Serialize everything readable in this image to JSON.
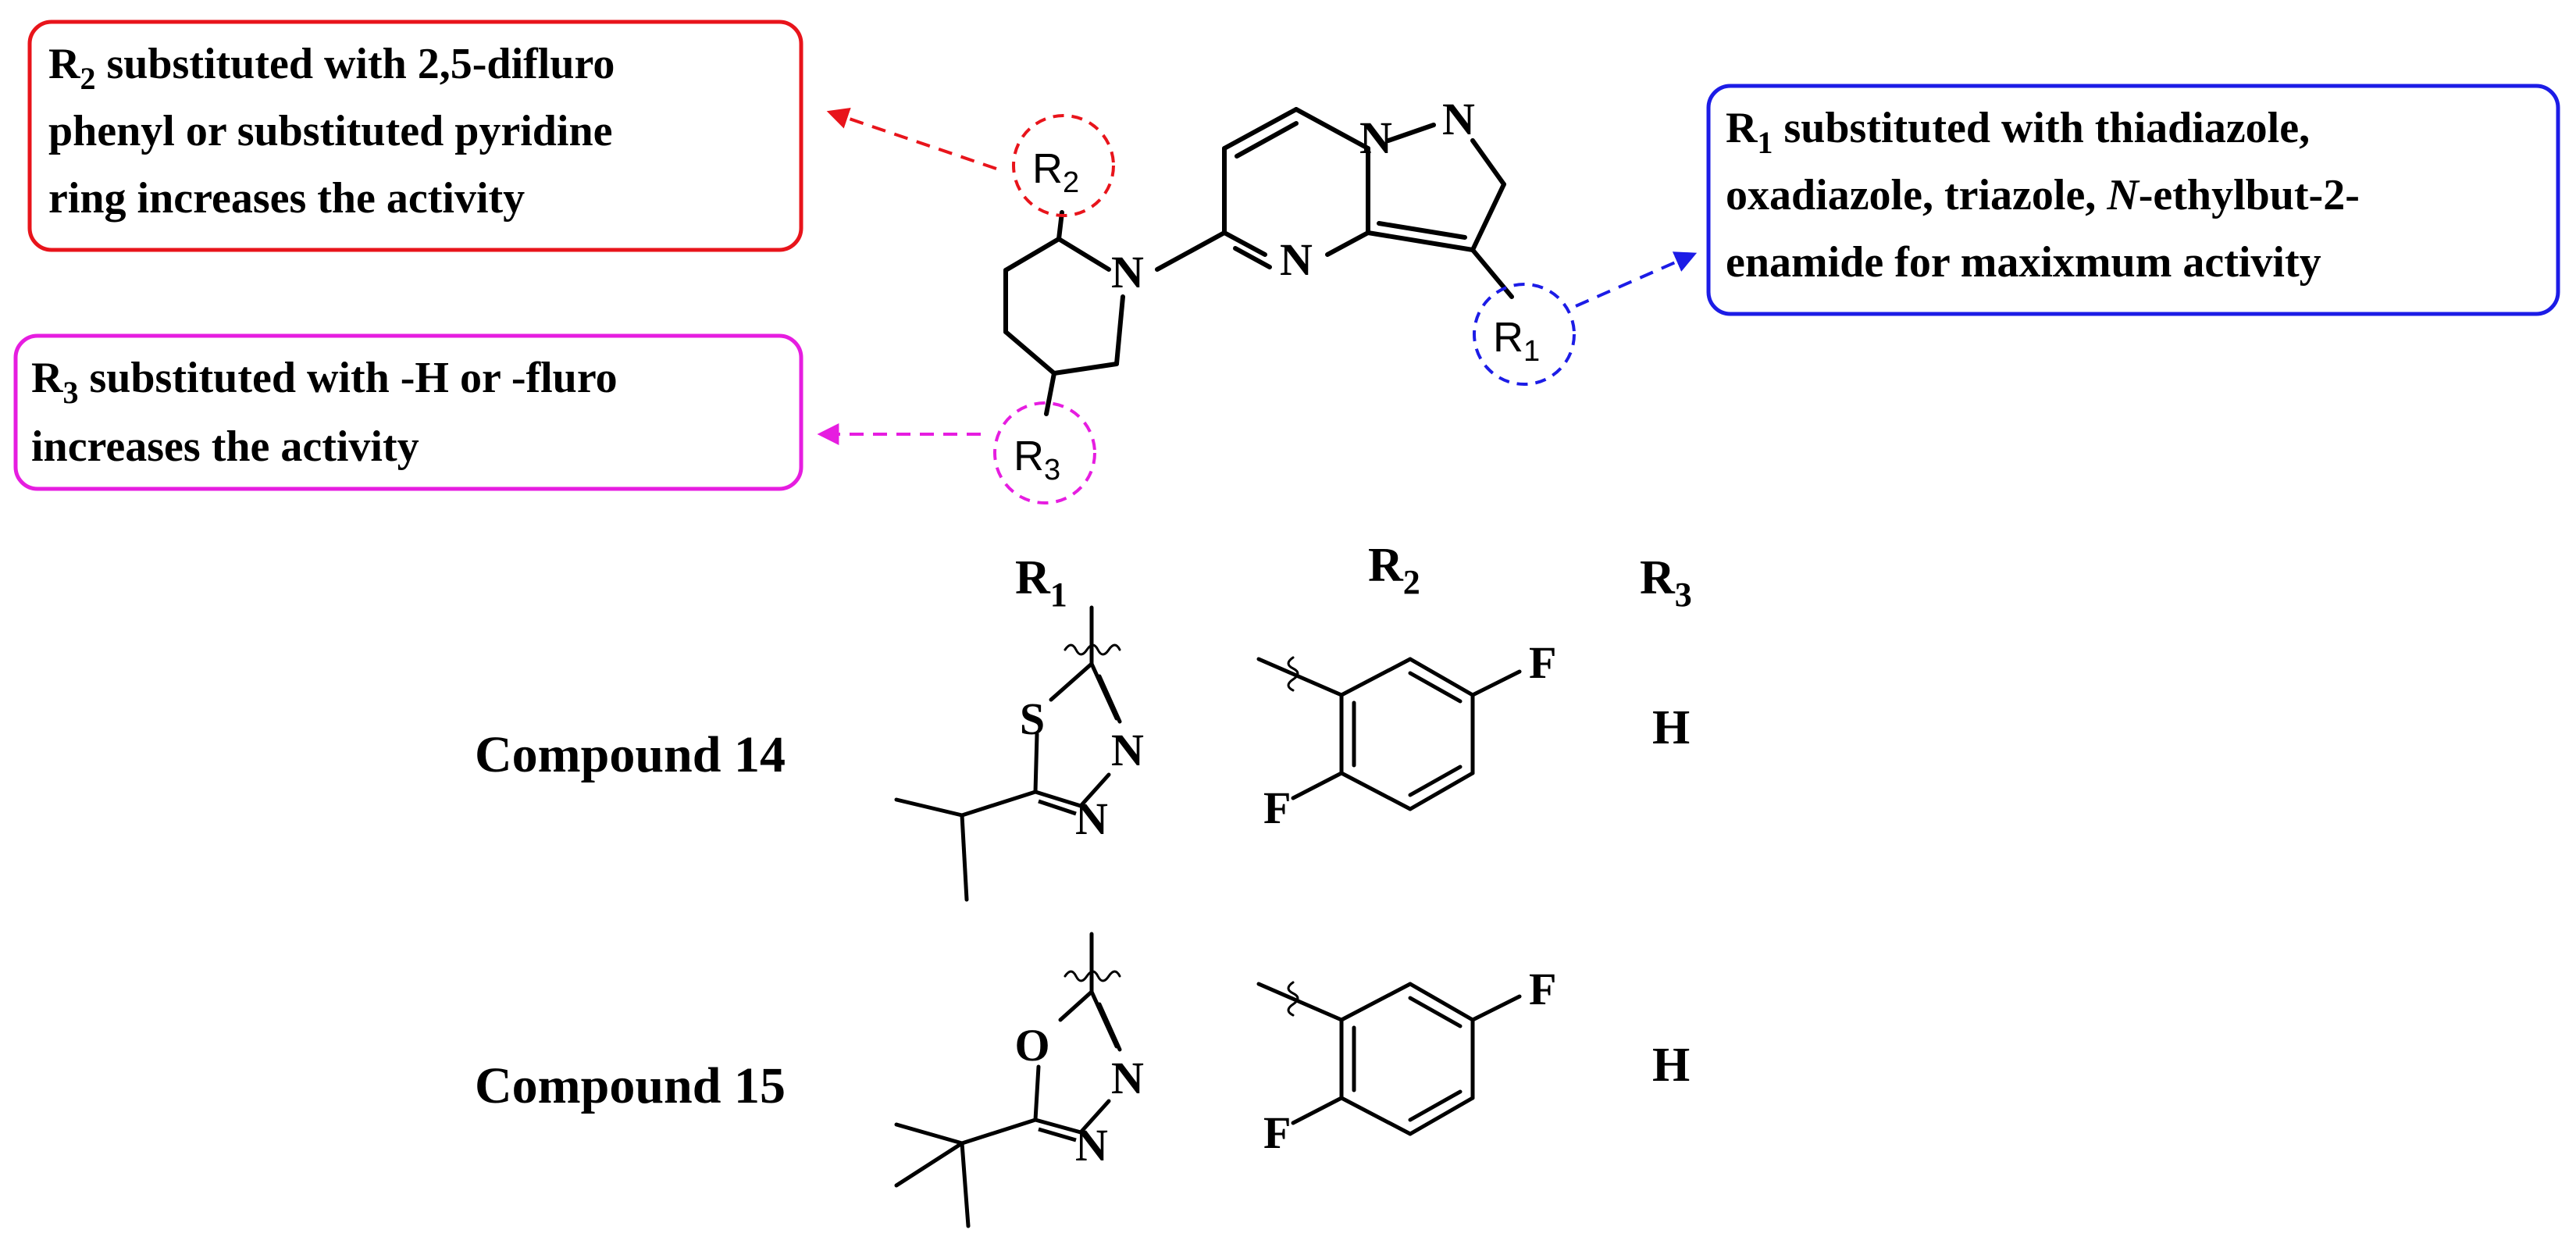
{
  "annotations": {
    "r2_box": {
      "sub": "2",
      "line1": " substituted with  2,5-difluro",
      "line2": "phenyl or substituted pyridine",
      "line3": "ring increases the activity",
      "color": "#e8141b"
    },
    "r3_box": {
      "sub": "3",
      "line1": " substituted with -H or -fluro",
      "line2": "increases the activity",
      "color": "#e61de0"
    },
    "r1_box": {
      "sub": "1",
      "line1": " substituted with thiadiazole,",
      "line2": "oxadiazole, triazole, ",
      "line2_italic": "N",
      "line2_rest": "-ethylbut-2-",
      "line3": "enamide for maxixmum activity",
      "color": "#1c1ce6"
    }
  },
  "scaffold": {
    "atoms": {
      "n_pyrrolidine": "N",
      "n_pyrimidine": "N",
      "n_bridge": "N",
      "n_pyrazole": "N"
    },
    "substituents": {
      "r1": "R",
      "r1_sub": "1",
      "r2": "R",
      "r2_sub": "2",
      "r3": "R",
      "r3_sub": "3"
    }
  },
  "table": {
    "headers": {
      "r1": "R",
      "r1_sub": "1",
      "r2": "R",
      "r2_sub": "2",
      "r3": "R",
      "r3_sub": "3"
    },
    "rows": [
      {
        "compound": "Compound 14",
        "r1_atoms": {
          "hetero": "S",
          "n1": "N",
          "n2": "N"
        },
        "r2_atoms": {
          "f1": "F",
          "f2": "F"
        },
        "r3": "H"
      },
      {
        "compound": "Compound 15",
        "r1_atoms": {
          "hetero": "O",
          "n1": "N",
          "n2": "N"
        },
        "r2_atoms": {
          "f1": "F",
          "f2": "F"
        },
        "r3": "H"
      }
    ]
  }
}
